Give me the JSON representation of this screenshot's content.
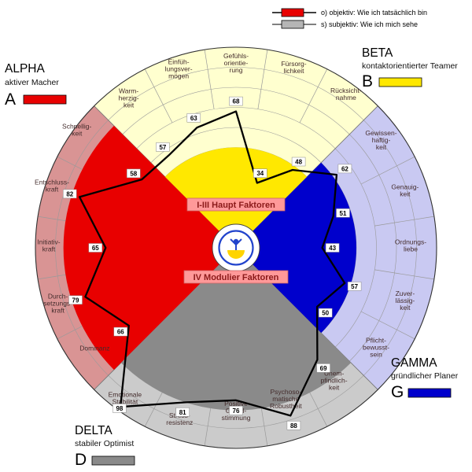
{
  "legend": {
    "objective": {
      "label": "o) objektiv: Wie ich tatsächlich bin",
      "swatch_color": "#e80000"
    },
    "subjective": {
      "label": "s) subjektiv: Wie ich mich sehe",
      "swatch_color": "#b5b5b5"
    }
  },
  "quadrants": [
    {
      "id": "alpha",
      "title": "ALPHA",
      "subtitle": "aktiver Macher",
      "letter": "A",
      "color": "#e80000",
      "pale_color": "#d99494",
      "wedge_value": 86,
      "angle_start": 135,
      "angle_end": 225
    },
    {
      "id": "beta",
      "title": "BETA",
      "subtitle": "kontaktorientierter Teamer",
      "letter": "B",
      "color": "#ffe800",
      "pale_color": "#ffffcf",
      "wedge_value": 50,
      "angle_start": 45,
      "angle_end": 135
    },
    {
      "id": "gamma",
      "title": "GAMMA",
      "subtitle": "gründlicher Planer",
      "letter": "G",
      "color": "#0000cc",
      "pale_color": "#c9c9f2",
      "wedge_value": 60,
      "angle_start": -45,
      "angle_end": 45
    },
    {
      "id": "delta",
      "title": "DELTA",
      "subtitle": "stabiler Optimist",
      "letter": "D",
      "color": "#8a8a8a",
      "pale_color": "#cbcbcb",
      "wedge_value": 81,
      "angle_start": 225,
      "angle_end": 315
    }
  ],
  "annotations": {
    "haupt_faktoren": "I-III Haupt Faktoren",
    "modulier_faktoren": "IV Modulier Faktoren"
  },
  "chart_data": {
    "type": "radar",
    "scale": {
      "min": 0,
      "max": 100,
      "rings": 10
    },
    "series": [
      {
        "name": "objektiv",
        "values": [
          57,
          63,
          68,
          34,
          48,
          62,
          51,
          43,
          57,
          50,
          69,
          88,
          76,
          81,
          98,
          66,
          79,
          65,
          82,
          58
        ]
      }
    ],
    "spokes": [
      {
        "name": "Warmherzigkeit",
        "lines": [
          "Warm-",
          "herzig-",
          "keit"
        ],
        "quadrant": "beta"
      },
      {
        "name": "Einfühlungsvermögen",
        "lines": [
          "Einfüh-",
          "lungsver-",
          "mögen"
        ],
        "quadrant": "beta"
      },
      {
        "name": "Gefühlsorientierung",
        "lines": [
          "Gefühls-",
          "orientie-",
          "rung"
        ],
        "quadrant": "beta"
      },
      {
        "name": "Fürsorglichkeit",
        "lines": [
          "Fürsorg-",
          "lichkeit"
        ],
        "quadrant": "beta"
      },
      {
        "name": "Rücksichtnahme",
        "lines": [
          "Rücksicht-",
          "nahme"
        ],
        "quadrant": "beta"
      },
      {
        "name": "Gewissenhaftigkeit",
        "lines": [
          "Gewissen-",
          "haftig-",
          "keit"
        ],
        "quadrant": "gamma"
      },
      {
        "name": "Genauigkeit",
        "lines": [
          "Genauig-",
          "keit"
        ],
        "quadrant": "gamma"
      },
      {
        "name": "Ordnungsliebe",
        "lines": [
          "Ordnungs-",
          "liebe"
        ],
        "quadrant": "gamma"
      },
      {
        "name": "Zuverlässigkeit",
        "lines": [
          "Zuver-",
          "lässig-",
          "keit"
        ],
        "quadrant": "gamma"
      },
      {
        "name": "Pflichtbewusstsein",
        "lines": [
          "Pflicht-",
          "bewusst-",
          "sein"
        ],
        "quadrant": "gamma"
      },
      {
        "name": "Unempfindlichkeit",
        "lines": [
          "Unem-",
          "pfindlich-",
          "keit"
        ],
        "quadrant": "delta"
      },
      {
        "name": "Psychosomatische Robustheit",
        "lines": [
          "Psychoso-",
          "matische",
          "Robustheit"
        ],
        "quadrant": "delta"
      },
      {
        "name": "Positive Grundstimmung",
        "lines": [
          "Positive",
          "Grund-",
          "stimmung"
        ],
        "quadrant": "delta"
      },
      {
        "name": "Stressresistenz",
        "lines": [
          "Stress-",
          "resistenz"
        ],
        "quadrant": "delta"
      },
      {
        "name": "Emotionale Stabilität",
        "lines": [
          "Emotionale",
          "Stabilität"
        ],
        "quadrant": "delta"
      },
      {
        "name": "Dominanz",
        "lines": [
          "Dominanz"
        ],
        "quadrant": "alpha"
      },
      {
        "name": "Durchsetzungskraft",
        "lines": [
          "Durch-",
          "setzungs-",
          "kraft"
        ],
        "quadrant": "alpha"
      },
      {
        "name": "Initiativkraft",
        "lines": [
          "Initiativ-",
          "kraft"
        ],
        "quadrant": "alpha"
      },
      {
        "name": "Entschlusskraft",
        "lines": [
          "Entschluss-",
          "kraft"
        ],
        "quadrant": "alpha"
      },
      {
        "name": "Schnelligkeit",
        "lines": [
          "Schnellig-",
          "keit"
        ],
        "quadrant": "alpha"
      }
    ]
  }
}
